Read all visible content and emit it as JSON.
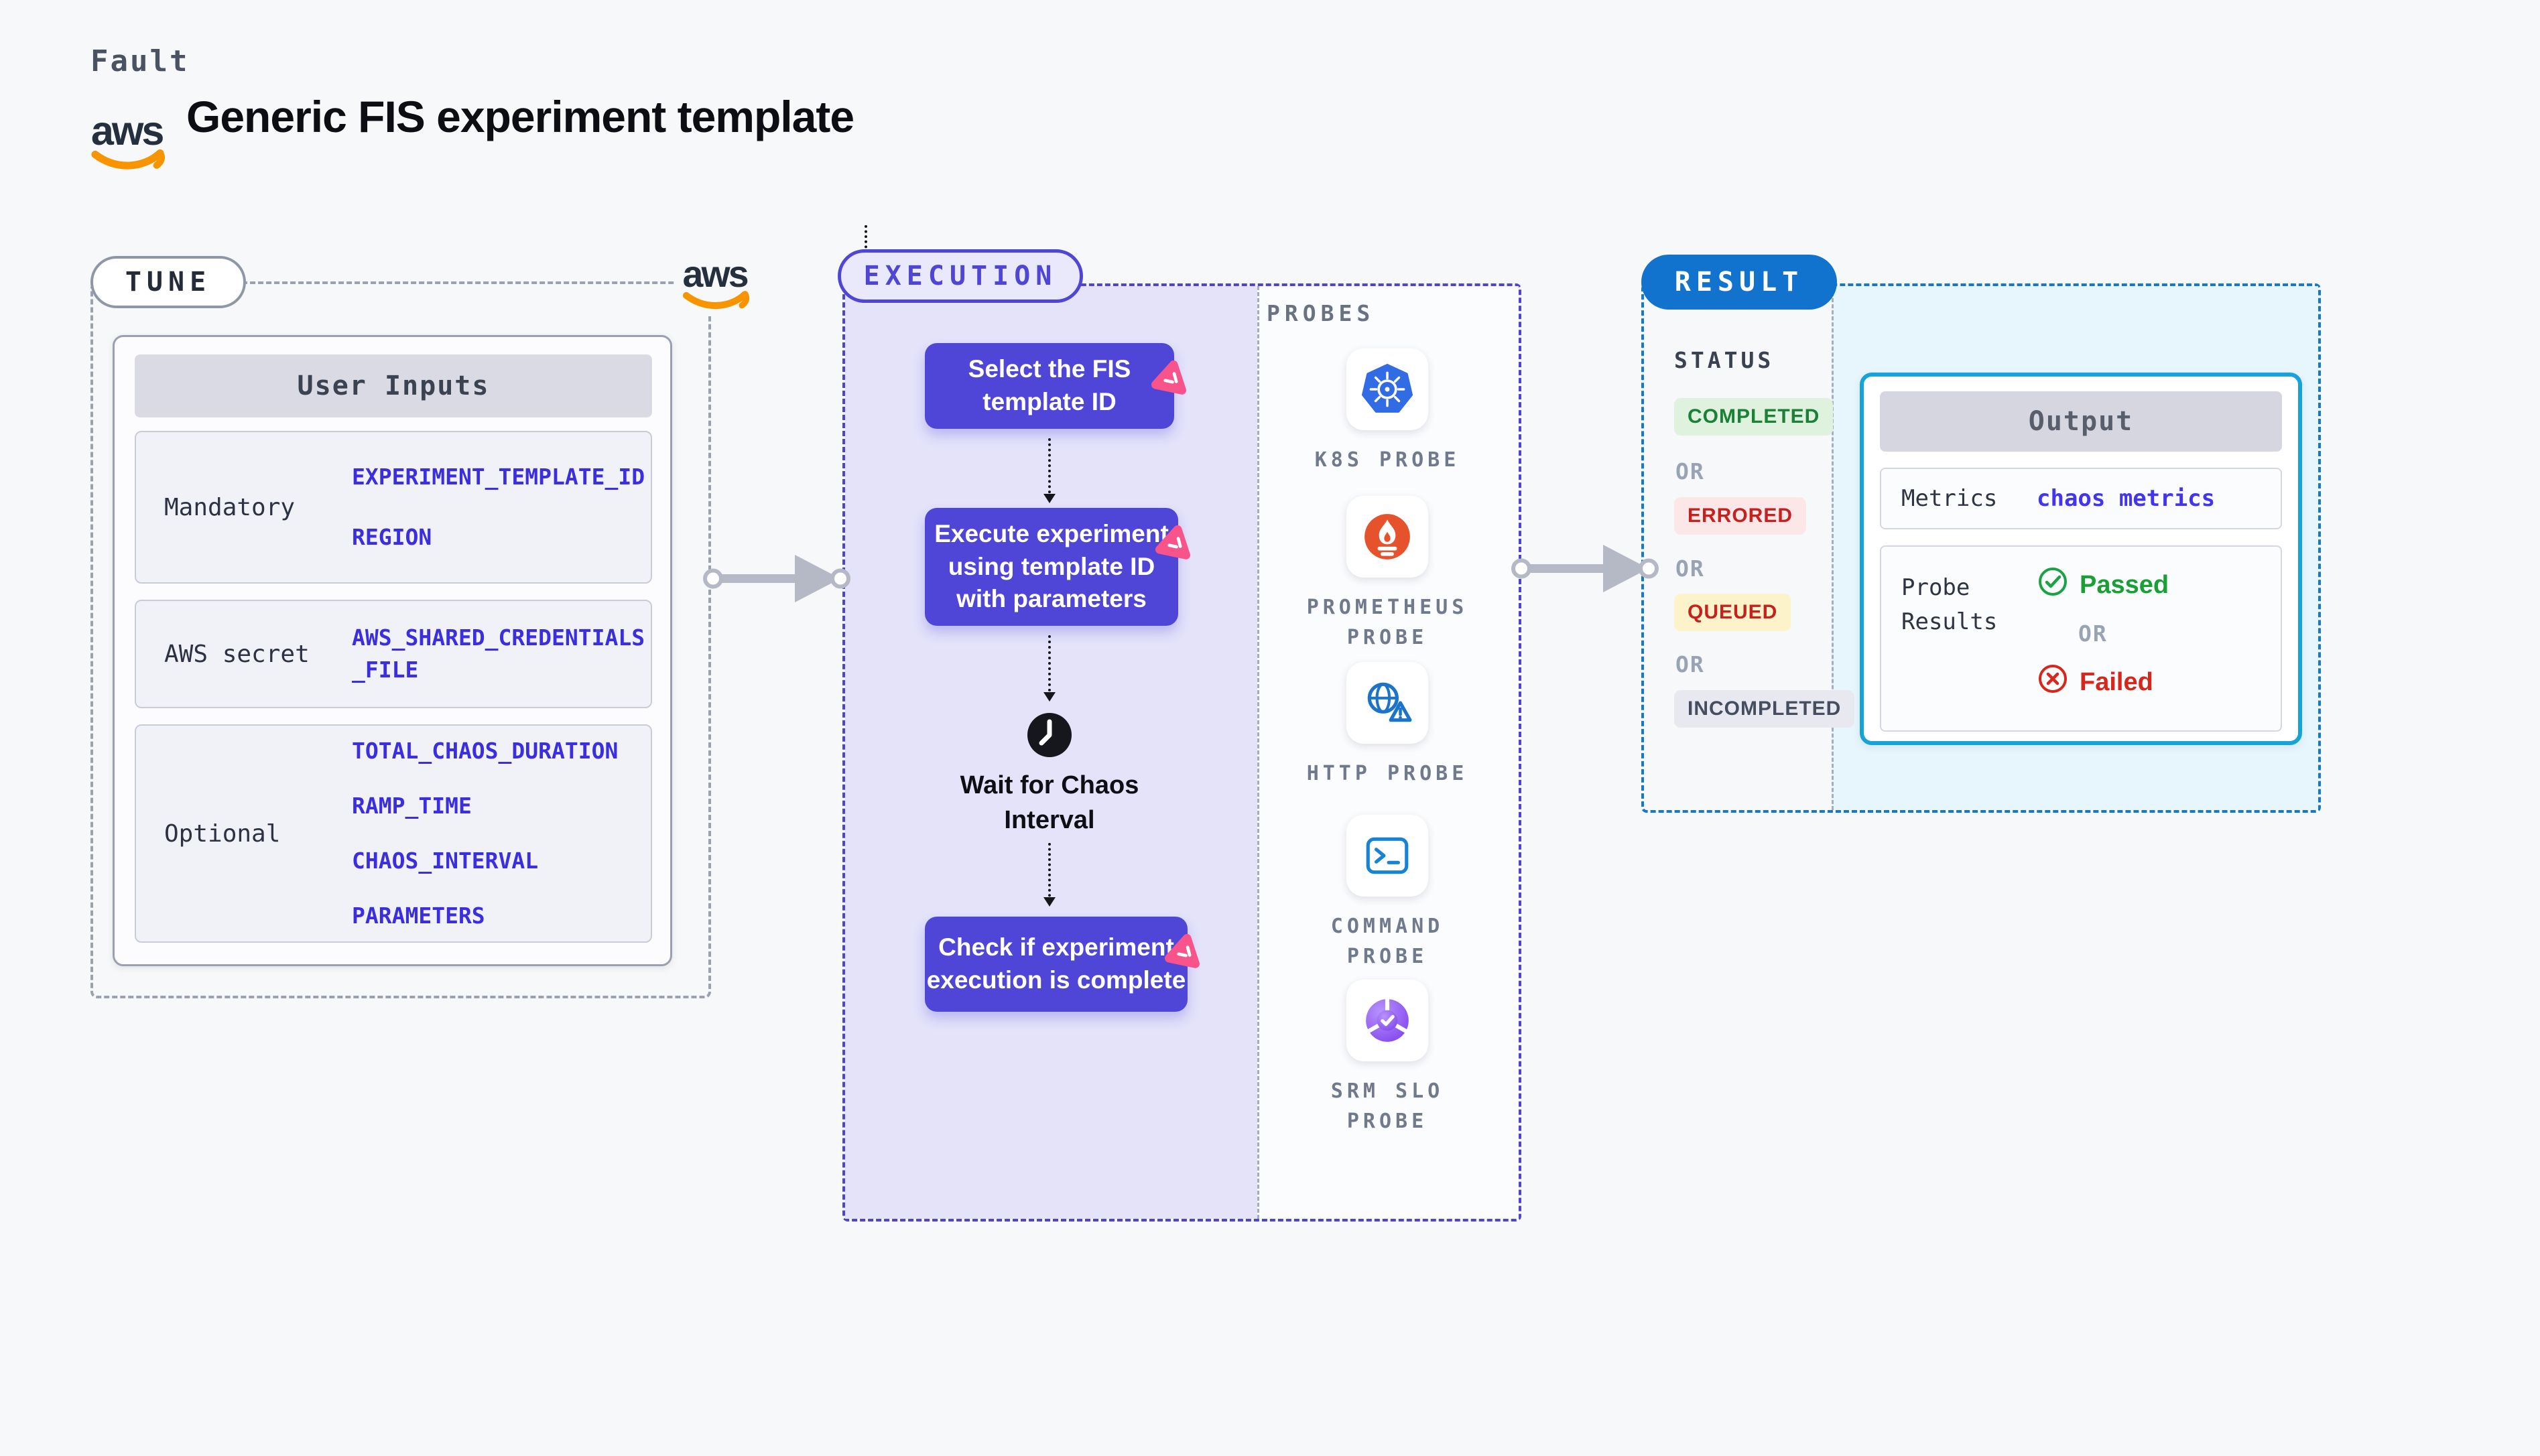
{
  "header": {
    "brand": "Fault",
    "title": "Generic FIS experiment template",
    "aws_logo_text": "aws"
  },
  "tune": {
    "label": "TUNE",
    "table": {
      "header": "User Inputs",
      "rows": [
        {
          "label": "Mandatory",
          "values": [
            "EXPERIMENT_TEMPLATE_ID",
            "REGION"
          ]
        },
        {
          "label": "AWS secret",
          "values": [
            "AWS_SHARED_CREDENTIALS\n_FILE"
          ]
        },
        {
          "label": "Optional",
          "values": [
            "TOTAL_CHAOS_DURATION",
            "RAMP_TIME",
            "CHAOS_INTERVAL",
            "PARAMETERS"
          ]
        }
      ]
    }
  },
  "execution": {
    "label": "EXECUTION",
    "steps": [
      "Select the FIS\ntemplate ID",
      "Execute experiment\nusing template ID\nwith parameters",
      "Check if experiment\nexecution is complete"
    ],
    "wait_label": "Wait for Chaos\nInterval",
    "probes": {
      "label": "PROBES",
      "items": [
        {
          "name": "K8S PROBE",
          "icon": "kubernetes-icon"
        },
        {
          "name": "PROMETHEUS\nPROBE",
          "icon": "prometheus-icon"
        },
        {
          "name": "HTTP PROBE",
          "icon": "http-globe-icon"
        },
        {
          "name": "COMMAND\nPROBE",
          "icon": "terminal-icon"
        },
        {
          "name": "SRM SLO\nPROBE",
          "icon": "srm-slo-icon"
        }
      ]
    }
  },
  "result": {
    "label": "RESULT",
    "status": {
      "label": "STATUS",
      "or": "OR",
      "badges": [
        {
          "text": "COMPLETED",
          "color": "#1b8038",
          "bg": "#def2dd"
        },
        {
          "text": "ERRORED",
          "color": "#c5221f",
          "bg": "#fbe7e7"
        },
        {
          "text": "QUEUED",
          "color": "#c5221f",
          "bg": "#fdf3cb"
        },
        {
          "text": "INCOMPLETED",
          "color": "#454d5e",
          "bg": "#e7e8f0"
        }
      ]
    },
    "output": {
      "header": "Output",
      "metrics_label": "Metrics",
      "metrics_value": "chaos metrics",
      "probe_results_label": "Probe\nResults",
      "passed": "Passed",
      "or": "OR",
      "failed": "Failed"
    }
  },
  "colors": {
    "page_bg": "#f7f8fa",
    "tune_dash": "#9ba2af",
    "execution_dash": "#4d44d2",
    "execution_panel": "#e4e3fa",
    "result_dash": "#1478d1",
    "result_panel": "#e7f5fd",
    "result_pill_bg": "#1173cd",
    "step_button": "#4f46d8",
    "value_text": "#3a2ede",
    "chaos_badge": "#f9538b",
    "output_border": "#16a3da",
    "passed_green": "#18a035",
    "failed_red": "#d7271d",
    "aws_orange": "#f79400",
    "aws_navy": "#252f3e",
    "kubernetes_blue": "#326ce5",
    "prometheus_orange": "#e6522c",
    "http_blue": "#1b74ca",
    "terminal_blue": "#1583d6",
    "srm_purple": "#8348ee"
  }
}
